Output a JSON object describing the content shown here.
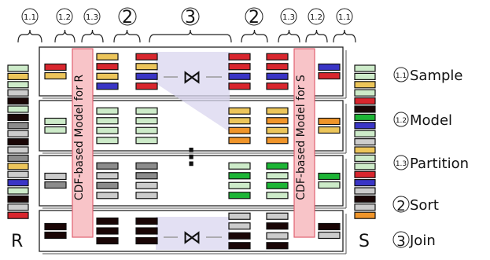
{
  "relations": {
    "left": "R",
    "right": "S"
  },
  "models": {
    "left": "CDF-based Model for R",
    "right": "CDF-based Model for S"
  },
  "brace_markers": [
    {
      "symbol": "1.1",
      "style": "small"
    },
    {
      "symbol": "1.2",
      "style": "small"
    },
    {
      "symbol": "1.3",
      "style": "small"
    },
    {
      "symbol": "2",
      "style": "large"
    },
    {
      "symbol": "3",
      "style": "large"
    },
    {
      "symbol": "2",
      "style": "large"
    },
    {
      "symbol": "1.3",
      "style": "small"
    },
    {
      "symbol": "1.2",
      "style": "small"
    },
    {
      "symbol": "1.1",
      "style": "small"
    }
  ],
  "legend": [
    {
      "symbol": "1.1",
      "label": "Sample"
    },
    {
      "symbol": "1.2",
      "label": "Model"
    },
    {
      "symbol": "1.3",
      "label": "Partition"
    },
    {
      "symbol": "2",
      "label": "Sort"
    },
    {
      "symbol": "3",
      "label": "Join"
    }
  ],
  "join_symbol": "⋈",
  "ellipsis": "⋮",
  "colors": {
    "yellow": "#ecc55a",
    "red": "#d9262e",
    "blue": "#3a35c6",
    "light_green": "#cdebc9",
    "black": "#1a0606",
    "gray": "#8c8c8c",
    "light_gray": "#cccccc",
    "orange": "#f0952a",
    "green": "#1db536",
    "model_band": "#f8c4c8",
    "join_shade": "#d9d5ef"
  },
  "left_relation_stack": [
    "light_green",
    "yellow",
    "light_green",
    "light_gray",
    "black",
    "light_green",
    "black",
    "gray",
    "light_gray",
    "black",
    "light_gray",
    "gray",
    "yellow",
    "light_gray",
    "blue",
    "light_green",
    "black",
    "light_gray",
    "red"
  ],
  "right_relation_stack": [
    "light_green",
    "light_green",
    "yellow",
    "light_green",
    "red",
    "black",
    "green",
    "blue",
    "light_green",
    "light_gray",
    "yellow",
    "light_green",
    "light_green",
    "red",
    "blue",
    "light_gray",
    "black",
    "light_gray",
    "orange"
  ],
  "partitions": [
    {
      "r_sample": [
        "red",
        "yellow"
      ],
      "r_partition": [
        "yellow",
        "red",
        "yellow",
        "blue"
      ],
      "r_sort": [
        "red",
        "yellow",
        "blue",
        "red"
      ],
      "s_sort": [
        "red",
        "red",
        "blue",
        "red"
      ],
      "s_partition": [
        "red",
        "red",
        "blue",
        "red"
      ],
      "s_sample": [
        "blue",
        "red"
      ]
    },
    {
      "r_sample": [
        "light_green",
        "light_green"
      ],
      "r_partition": [
        "light_green",
        "light_green",
        "light_green",
        "light_green"
      ],
      "r_sort": [
        "light_green",
        "light_green",
        "light_green",
        "light_green"
      ],
      "s_sort": [
        "yellow",
        "yellow",
        "orange",
        "orange"
      ],
      "s_partition": [
        "yellow",
        "orange",
        "yellow",
        "orange"
      ],
      "s_sample": [
        "orange",
        "yellow"
      ]
    },
    {
      "r_sample": [
        "light_gray",
        "gray"
      ],
      "r_partition": [
        "gray",
        "light_gray",
        "gray",
        "light_gray"
      ],
      "r_sort": [
        "gray",
        "gray",
        "light_gray",
        "light_gray"
      ],
      "s_sort": [
        "light_green",
        "green",
        "light_green",
        "green"
      ],
      "s_partition": [
        "green",
        "light_green",
        "green",
        "light_green"
      ],
      "s_sample": [
        "green",
        "light_green"
      ]
    },
    {
      "r_sample": [
        "black",
        "black"
      ],
      "r_partition": [
        "black",
        "black",
        "black"
      ],
      "r_sort": [
        "black",
        "black",
        "black"
      ],
      "s_sort": [
        "light_gray",
        "light_gray",
        "black",
        "black"
      ],
      "s_partition": [
        "light_gray",
        "black",
        "light_gray",
        "black"
      ],
      "s_sample": [
        "black",
        "light_gray"
      ]
    }
  ]
}
